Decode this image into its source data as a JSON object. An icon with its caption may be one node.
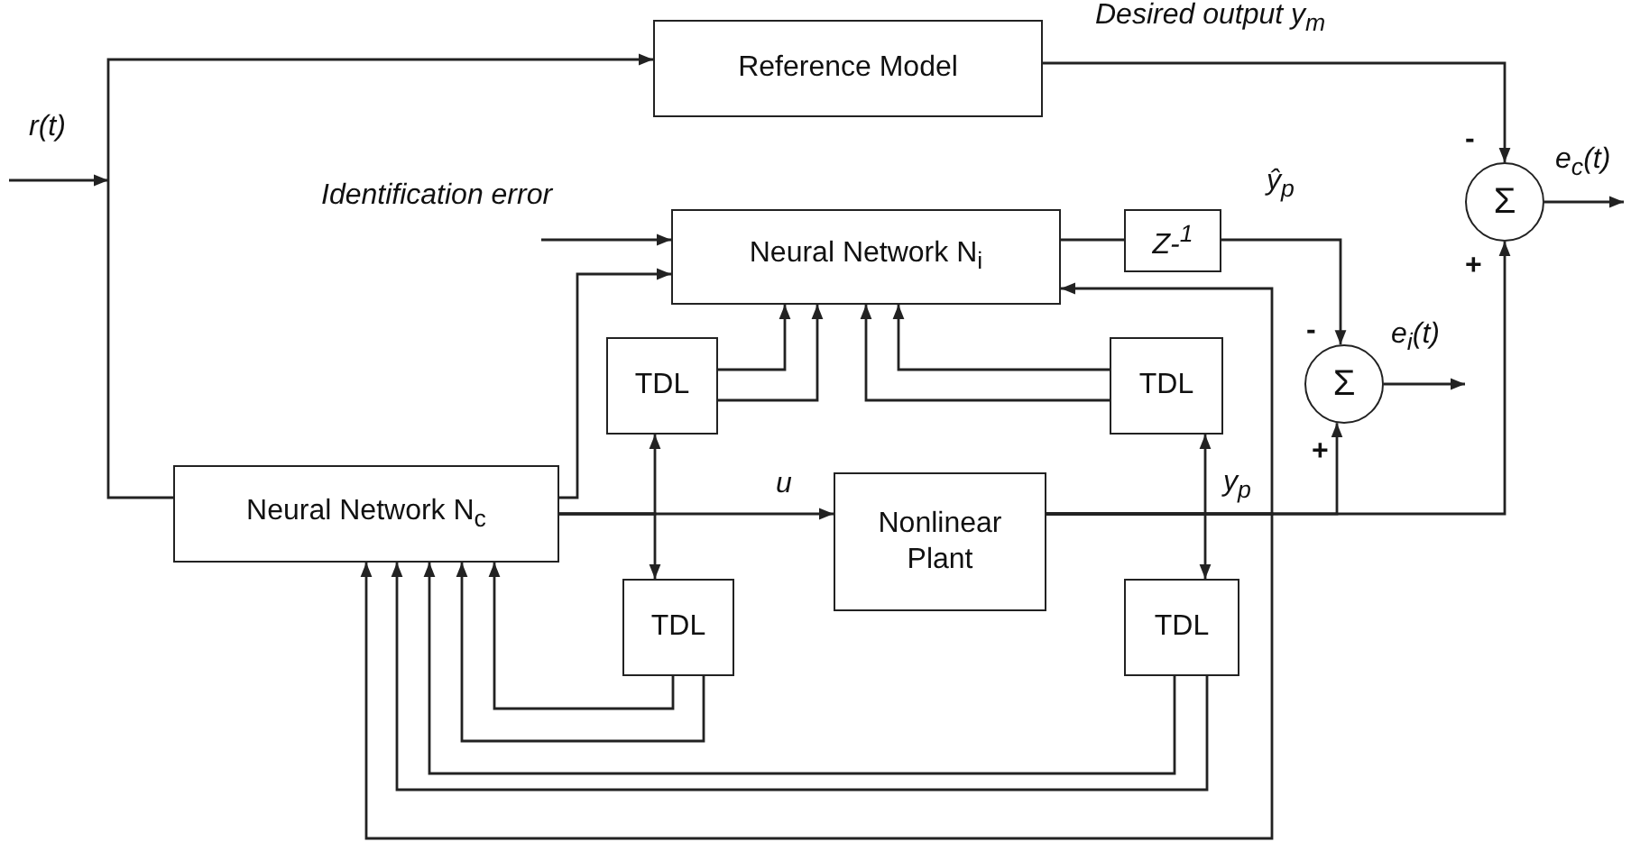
{
  "diagram": {
    "nodes": [
      {
        "text": [
          "Reference Model"
        ]
      },
      {
        "text": [
          "Σ"
        ]
      },
      {
        "text": [
          "Neural Network N$_{i}$"
        ]
      },
      {
        "text": [
          "Z-$^{1}$"
        ]
      },
      {
        "text": [
          "TDL"
        ]
      },
      {
        "text": [
          "TDL"
        ]
      },
      {
        "text": [
          "Σ"
        ]
      },
      {
        "text": [
          "Neural Network N$_{c}$"
        ]
      },
      {
        "text": [
          "Nonlinear Plant"
        ]
      },
      {
        "text": [
          "TDL"
        ]
      },
      {
        "text": [
          "TDL"
        ]
      }
    ],
    "edges": [
      {
        "from": null,
        "to": 0,
        "arrow": "to",
        "label": "r(t)"
      },
      {
        "from": null,
        "to": 7,
        "arrow": "none"
      },
      {
        "from": 0,
        "to": 1,
        "arrow": "to",
        "label": "Desired output y$_{m}$"
      },
      {
        "from": 1,
        "to": null,
        "arrow": "to",
        "label": "e$_{c}$(t)"
      },
      {
        "from": null,
        "to": 2,
        "arrow": "to",
        "label": "Identification error"
      },
      {
        "from": 7,
        "to": 2,
        "arrow": "to"
      },
      {
        "from": 7,
        "to": 8,
        "arrow": "to",
        "label": "u"
      },
      {
        "from": 7,
        "to": 4,
        "arrow": "to"
      },
      {
        "from": 7,
        "to": 9,
        "arrow": "to"
      },
      {
        "from": 4,
        "to": 2,
        "arrow": "to"
      },
      {
        "from": 4,
        "to": 2,
        "arrow": "to"
      },
      {
        "from": 5,
        "to": 2,
        "arrow": "to"
      },
      {
        "from": 5,
        "to": 2,
        "arrow": "to"
      },
      {
        "from": 2,
        "to": 3,
        "arrow": "none"
      },
      {
        "from": 3,
        "to": 6,
        "arrow": "to",
        "label": "ŷ$_{p}$"
      },
      {
        "from": 6,
        "to": null,
        "arrow": "to",
        "label": "e$_{i}$(t)"
      },
      {
        "from": 8,
        "to": 1,
        "arrow": "to"
      },
      {
        "from": 8,
        "to": 6,
        "arrow": "to"
      },
      {
        "from": 8,
        "to": 5,
        "arrow": "to",
        "label": "y$_{p}$"
      },
      {
        "from": 8,
        "to": 10,
        "arrow": "to"
      },
      {
        "from": 8,
        "to": 2,
        "arrow": "to"
      },
      {
        "from": 8,
        "to": 7,
        "arrow": "to"
      },
      {
        "from": 9,
        "to": 7,
        "arrow": "to"
      },
      {
        "from": 9,
        "to": 7,
        "arrow": "to"
      },
      {
        "from": 10,
        "to": 7,
        "arrow": "to"
      },
      {
        "from": 10,
        "to": 7,
        "arrow": "to"
      }
    ],
    "labels": [
      "-",
      "+",
      "-",
      "+"
    ]
  }
}
